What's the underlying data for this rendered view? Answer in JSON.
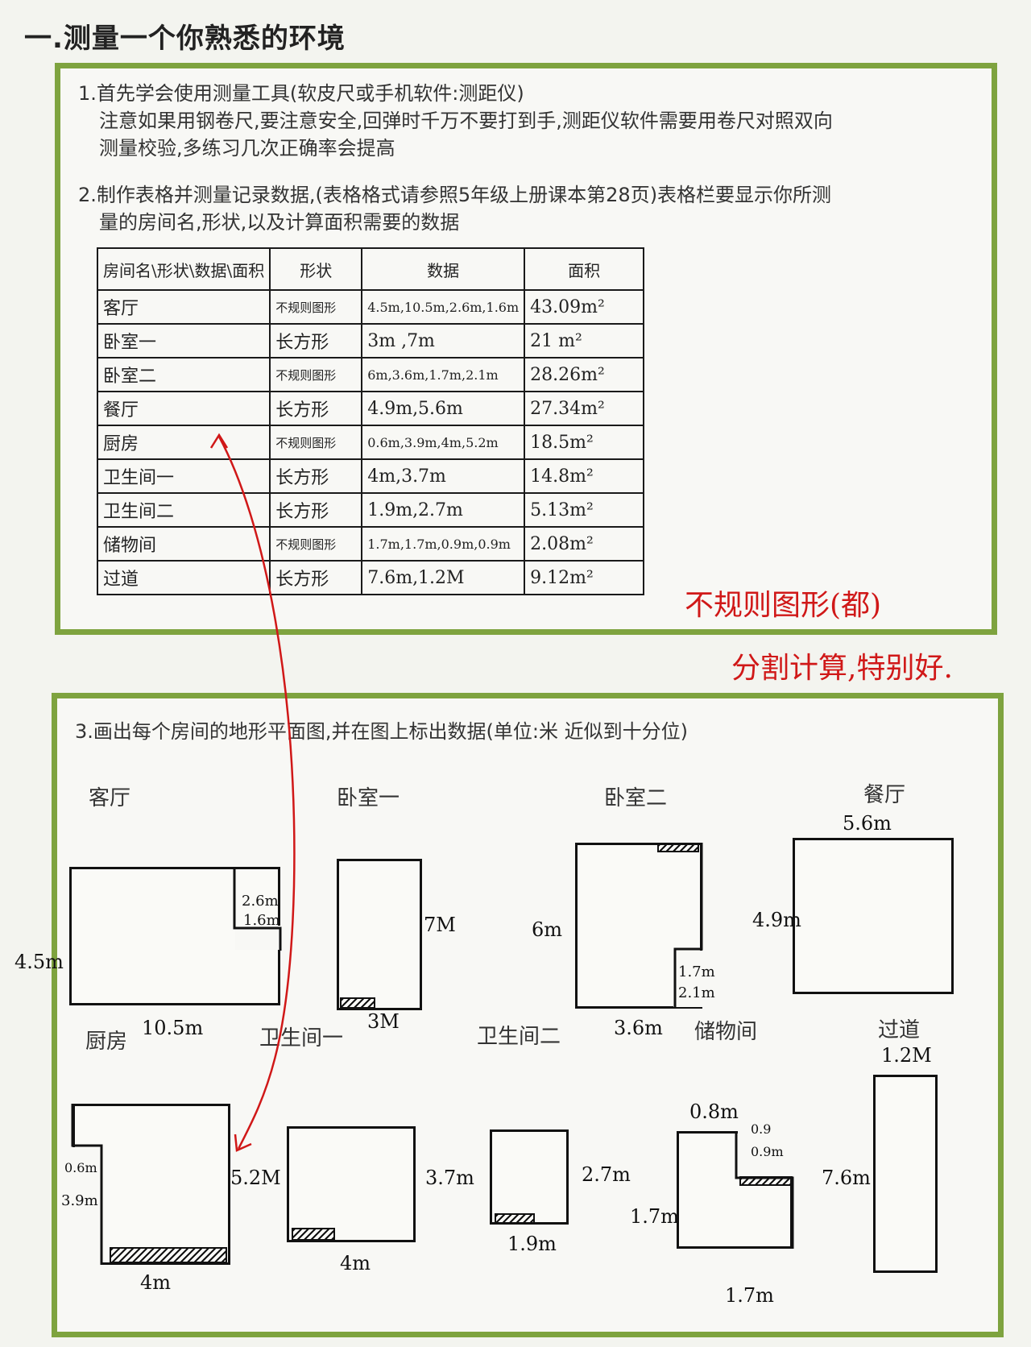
{
  "title": "一.测量一个你熟悉的环境",
  "step1": {
    "line1": "1.首先学会使用测量工具(软皮尺或手机软件:测距仪)",
    "line2": "注意如果用钢卷尺,要注意安全,回弹时千万不要打到手,测距仪软件需要用卷尺对照双向",
    "line3": "测量校验,多练习几次正确率会提高"
  },
  "step2": {
    "line1": "2.制作表格并测量记录数据,(表格格式请参照5年级上册课本第28页)表格栏要显示你所测",
    "line2": "量的房间名,形状,以及计算面积需要的数据"
  },
  "table": {
    "headers": [
      "房间名\\形状\\数据\\面积",
      "形状",
      "数据",
      "面积"
    ],
    "rows": [
      [
        "客厅",
        "不规则图形",
        "4.5m,10.5m,2.6m,1.6m",
        "43.09m²"
      ],
      [
        "卧室一",
        "长方形",
        "3m ,7m",
        "21 m²"
      ],
      [
        "卧室二",
        "不规则图形",
        "6m,3.6m,1.7m,2.1m",
        "28.26m²"
      ],
      [
        "餐厅",
        "长方形",
        "4.9m,5.6m",
        "27.34m²"
      ],
      [
        "厨房",
        "不规则图形",
        "0.6m,3.9m,4m,5.2m",
        "18.5m²"
      ],
      [
        "卫生间一",
        "长方形",
        "4m,3.7m",
        "14.8m²"
      ],
      [
        "卫生间二",
        "长方形",
        "1.9m,2.7m",
        "5.13m²"
      ],
      [
        "储物间",
        "不规则图形",
        "1.7m,1.7m,0.9m,0.9m",
        "2.08m²"
      ],
      [
        "过道",
        "长方形",
        "7.6m,1.2M",
        "9.12m²"
      ]
    ]
  },
  "teacher_comment": {
    "line1": "不规则图形(都)",
    "line2": "分割计算,特别好."
  },
  "step3": {
    "line1": "3.画出每个房间的地形平面图,并在图上标出数据(单位:米 近似到十分位)"
  },
  "plans": {
    "living": {
      "label": "客厅",
      "d1": "2.6m",
      "d2": "1.6m",
      "d3": "4.5m",
      "d4": "10.5m"
    },
    "bed1": {
      "label": "卧室一",
      "d1": "7M",
      "d2": "3M"
    },
    "bed2": {
      "label": "卧室二",
      "d1": "6m",
      "d2": "1.7m",
      "d3": "2.1m",
      "d4": "3.6m"
    },
    "dining": {
      "label": "餐厅",
      "d1": "5.6m",
      "d2": "4.9m"
    },
    "kitchen": {
      "label": "厨房",
      "d1": "0.6m",
      "d2": "3.9m",
      "d3": "5.2M",
      "d4": "4m"
    },
    "bath1": {
      "label": "卫生间一",
      "d1": "3.7m",
      "d2": "4m"
    },
    "bath2": {
      "label": "卫生间二",
      "d1": "2.7m",
      "d2": "1.9m"
    },
    "storage": {
      "label": "储物间",
      "d1": "0.8m",
      "d2": "0.9",
      "d3": "0.9m",
      "d4": "1.7m",
      "d5": "1.7m"
    },
    "hall": {
      "label": "过道",
      "d1": "1.2M",
      "d2": "7.6m"
    }
  },
  "colors": {
    "frame": "#7ea33f",
    "teacher_ink": "#d01818",
    "pen_ink": "#111111"
  }
}
